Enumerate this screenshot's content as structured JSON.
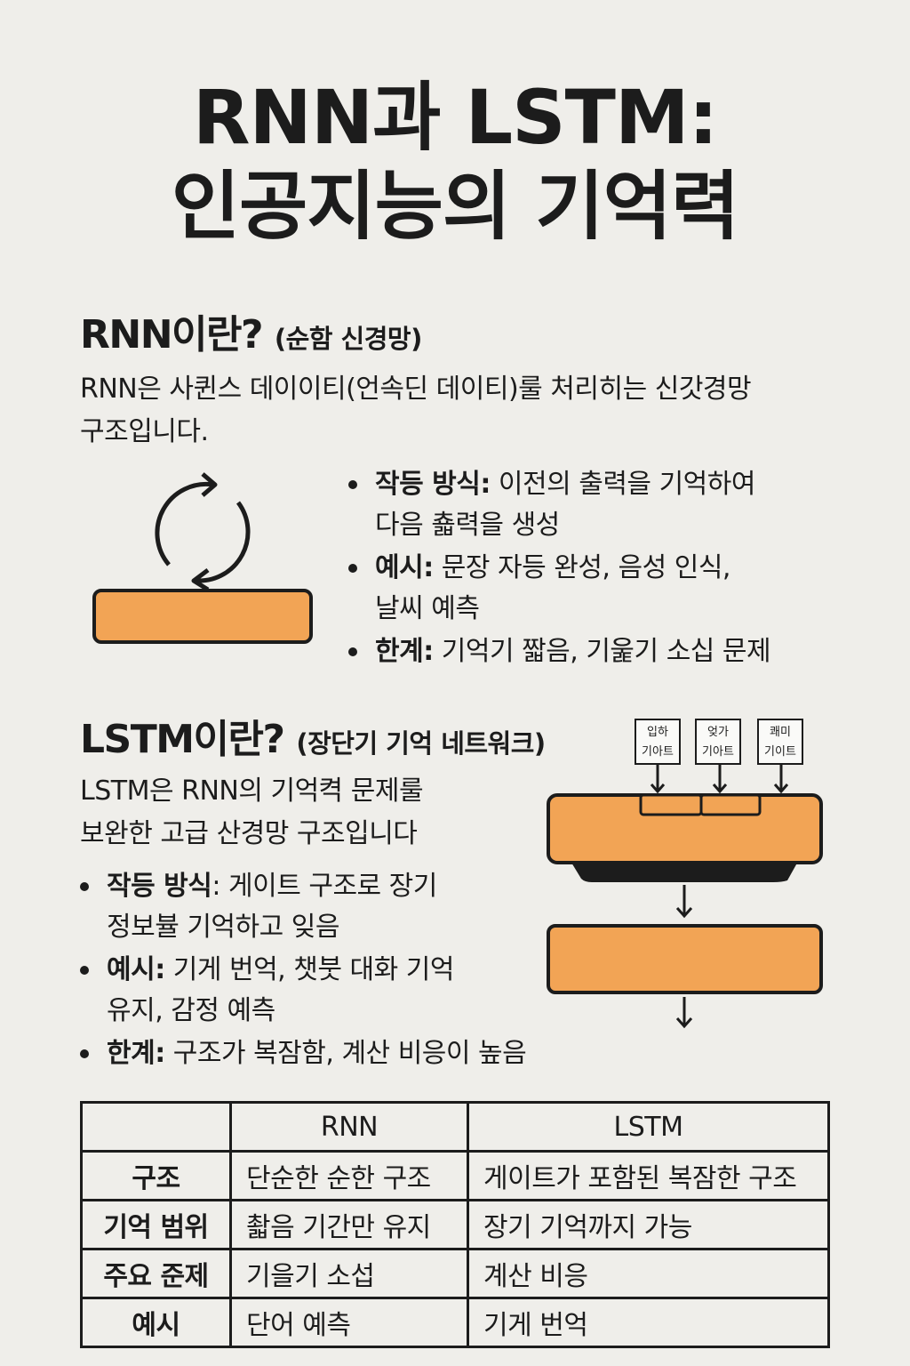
{
  "title": {
    "line1": "RNN과 LSTM:",
    "line2": "인공지능의 기억력"
  },
  "rnn": {
    "heading": "RNN이란?",
    "heading_sub": "(순함 신경망)",
    "desc": [
      "RNN은 사퀸스 데이이티(언속딘 데이티)룰 처리히는 신갓경망",
      "구조입니다."
    ],
    "bullets": [
      {
        "label": "작등 방식:",
        "text": "이전의 출력을 기억하여",
        "cont": "다음 춃력을 생성"
      },
      {
        "label": "예시:",
        "text": "문장 자등 완성, 음성 인식,",
        "cont": "날씨 예측"
      },
      {
        "label": "한계:",
        "text": "기억기 짧음, 기욽기 소십 문제",
        "cont": ""
      }
    ]
  },
  "lstm": {
    "heading": "LSTM이란?",
    "heading_sub": "(장단기 기억 네트워크)",
    "desc": [
      "LSTM은 RNN의 기억켝 문제룰",
      "보완한 고급 산경망 구조입니다"
    ],
    "bullets": [
      {
        "label": "작등 방식",
        "text": ": 게이트 구조로 장기",
        "cont": "정보뷸 기억하고 잊음"
      },
      {
        "label": "예시:",
        "text": "기게 번억, 챗붓 대화 기억",
        "cont": "유지, 감정 예측"
      },
      {
        "label": "한계:",
        "text": "구조가 복잠함, 계산 비응이 높음",
        "cont": ""
      }
    ],
    "gates": [
      {
        "line1": "입하",
        "line2": "기아트"
      },
      {
        "line1": "엊가",
        "line2": "기아트"
      },
      {
        "line1": "쾌미",
        "line2": "기이트"
      }
    ]
  },
  "table": {
    "headers": [
      "",
      "RNN",
      "LSTM"
    ],
    "rows": [
      [
        "구조",
        "단순한 순한 구조",
        "게이트가 포함된 복잠한 구조"
      ],
      [
        "기억 범위",
        "촯음 기간만 유지",
        "장기 기억까지 가능"
      ],
      [
        "주요 준제",
        "기을기 소섭",
        "계산 비응"
      ],
      [
        "예시",
        "단어 예측",
        "기게 번억"
      ]
    ]
  },
  "colors": {
    "background": "#efeeea",
    "accent": "#f2a455",
    "ink": "#1c1c1c"
  },
  "icons": {
    "rnn_loop": "recurrent-loop-icon",
    "arrow": "arrow-down-icon"
  }
}
